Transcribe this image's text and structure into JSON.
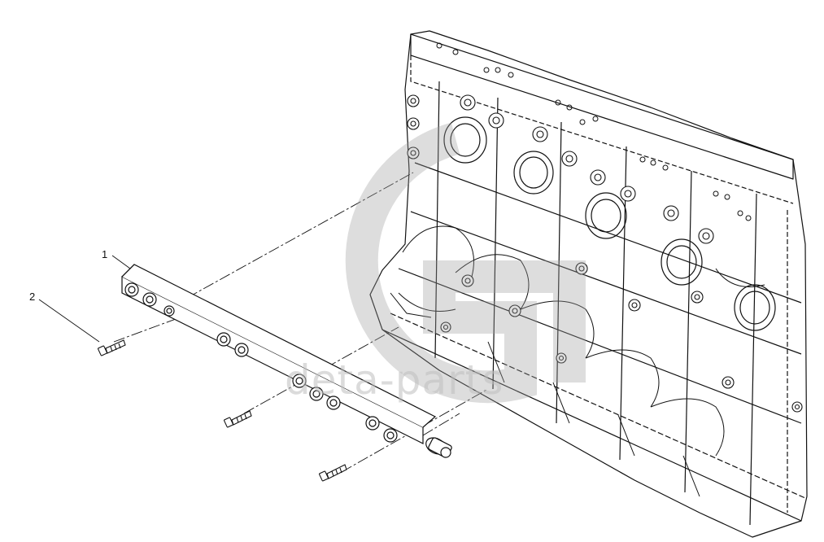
{
  "diagram": {
    "callouts": [
      {
        "id": "1",
        "label": "1",
        "part": "fuel-rail"
      },
      {
        "id": "2",
        "label": "2",
        "part": "bolt"
      }
    ],
    "watermark": {
      "text": "deta-parts"
    }
  },
  "colors": {
    "line": "#111111",
    "watermark": "#bdbdbd",
    "background": "#ffffff"
  }
}
